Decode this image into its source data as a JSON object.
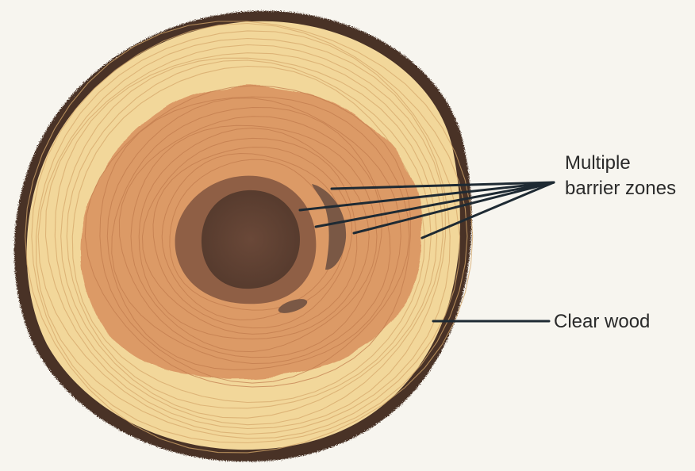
{
  "labels": {
    "multiple_line1": "Multiple",
    "multiple_line2": "barrier zones",
    "clear_wood": "Clear wood"
  },
  "colors": {
    "background": "#f7f5ef",
    "bark": "#4a3328",
    "sapwood": "#f2d79a",
    "heartwood": "#dc9a66",
    "decay_outer": "#8f5f45",
    "decay_core": "#5e4132",
    "barrier_zone": "#7a5845",
    "leader_line": "#1e2a33",
    "ring_line": "#c98d55"
  }
}
